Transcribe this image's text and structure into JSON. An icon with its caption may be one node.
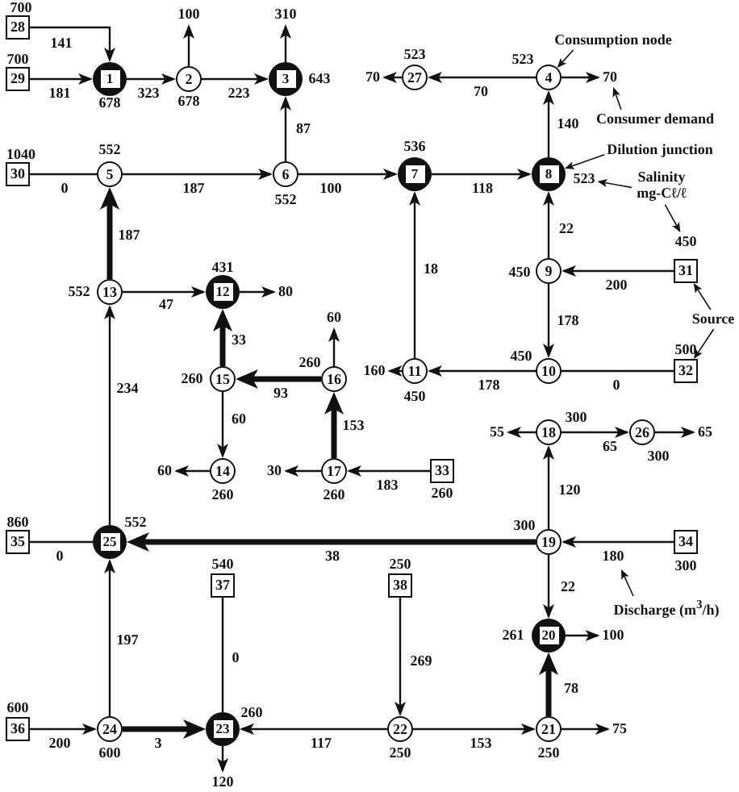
{
  "diagram": {
    "nodes": [
      {
        "text": [
          "28"
        ],
        "beside": [
          "700"
        ]
      },
      {
        "text": [
          "29"
        ],
        "beside": [
          "700"
        ]
      },
      {
        "text": [
          "1"
        ],
        "beside": [
          "678"
        ]
      },
      {
        "text": [
          "2"
        ],
        "beside": [
          "678"
        ]
      },
      {
        "text": [
          "100"
        ]
      },
      {
        "text": [
          "3"
        ],
        "beside": [
          "643"
        ]
      },
      {
        "text": [
          "310"
        ]
      },
      {
        "text": [
          "70"
        ]
      },
      {
        "text": [
          "27"
        ],
        "beside": [
          "523"
        ]
      },
      {
        "text": [
          "4"
        ],
        "beside": [
          "523"
        ]
      },
      {
        "text": [
          "70"
        ]
      },
      {
        "text": [
          "Consumption node"
        ]
      },
      {
        "text": [
          "Consumer demand"
        ]
      },
      {
        "text": [
          "30"
        ],
        "beside": [
          "1040"
        ]
      },
      {
        "text": [
          "5"
        ],
        "beside": [
          "552"
        ]
      },
      {
        "text": [
          "6"
        ],
        "beside": [
          "552"
        ]
      },
      {
        "text": [
          "7"
        ],
        "beside": [
          "536"
        ]
      },
      {
        "text": [
          "8"
        ],
        "beside": [
          "523"
        ]
      },
      {
        "text": [
          "Dilution junction"
        ]
      },
      {
        "text": [
          "Salinity mg-Cℓ/ℓ"
        ]
      },
      {
        "text": [
          "13"
        ],
        "beside": [
          "552"
        ]
      },
      {
        "text": [
          "12"
        ],
        "beside": [
          "431"
        ]
      },
      {
        "text": [
          "80"
        ]
      },
      {
        "text": [
          "9"
        ],
        "beside": [
          "450"
        ]
      },
      {
        "text": [
          "31"
        ],
        "beside": [
          "450"
        ]
      },
      {
        "text": [
          "Source"
        ]
      },
      {
        "text": [
          "60"
        ]
      },
      {
        "text": [
          "15"
        ],
        "beside": [
          "260"
        ]
      },
      {
        "text": [
          "16"
        ],
        "beside": [
          "260"
        ]
      },
      {
        "text": [
          "160"
        ]
      },
      {
        "text": [
          "11"
        ],
        "beside": [
          "450"
        ]
      },
      {
        "text": [
          "10"
        ],
        "beside": [
          "450"
        ]
      },
      {
        "text": [
          "32"
        ],
        "beside": [
          "500"
        ]
      },
      {
        "text": [
          "55"
        ]
      },
      {
        "text": [
          "18"
        ],
        "beside": [
          "300"
        ]
      },
      {
        "text": [
          "26"
        ],
        "beside": [
          "300"
        ]
      },
      {
        "text": [
          "65"
        ]
      },
      {
        "text": [
          "60"
        ]
      },
      {
        "text": [
          "14"
        ],
        "beside": [
          "260"
        ]
      },
      {
        "text": [
          "30"
        ]
      },
      {
        "text": [
          "17"
        ],
        "beside": [
          "260"
        ]
      },
      {
        "text": [
          "33"
        ],
        "beside": [
          "260"
        ]
      },
      {
        "text": [
          "35"
        ],
        "beside": [
          "860"
        ]
      },
      {
        "text": [
          "25"
        ],
        "beside": [
          "552"
        ]
      },
      {
        "text": [
          "19"
        ],
        "beside": [
          "300"
        ]
      },
      {
        "text": [
          "34"
        ],
        "beside": [
          "300"
        ]
      },
      {
        "text": [
          "Discharge (m$^{3}$/h)"
        ]
      },
      {
        "text": [
          "37"
        ],
        "beside": [
          "540"
        ]
      },
      {
        "text": [
          "38"
        ],
        "beside": [
          "250"
        ]
      },
      {
        "text": [
          "20"
        ],
        "beside": [
          "261"
        ]
      },
      {
        "text": [
          "100"
        ]
      },
      {
        "text": [
          "36"
        ],
        "beside": [
          "600"
        ]
      },
      {
        "text": [
          "24"
        ],
        "beside": [
          "600"
        ]
      },
      {
        "text": [
          "23"
        ],
        "beside": [
          "260"
        ]
      },
      {
        "text": [
          "22"
        ],
        "beside": [
          "250"
        ]
      },
      {
        "text": [
          "21"
        ],
        "beside": [
          "250"
        ]
      },
      {
        "text": [
          "75"
        ]
      },
      {
        "text": [
          "120"
        ]
      }
    ],
    "edges": [
      {
        "from": 0,
        "to": 2,
        "arrow": "to",
        "label": "141"
      },
      {
        "from": 1,
        "to": 2,
        "arrow": "to",
        "label": "181"
      },
      {
        "from": 2,
        "to": 3,
        "arrow": "to",
        "label": "323"
      },
      {
        "from": 3,
        "to": 4,
        "arrow": "to"
      },
      {
        "from": 3,
        "to": 5,
        "arrow": "to",
        "label": "223"
      },
      {
        "from": 5,
        "to": 6,
        "arrow": "to"
      },
      {
        "from": 15,
        "to": 5,
        "arrow": "to",
        "label": "87"
      },
      {
        "from": 8,
        "to": 7,
        "arrow": "to"
      },
      {
        "from": 9,
        "to": 8,
        "arrow": "to",
        "label": "70"
      },
      {
        "from": 9,
        "to": 10,
        "arrow": "to"
      },
      {
        "from": 11,
        "to": 9,
        "arrow": "to"
      },
      {
        "from": 12,
        "to": 10,
        "arrow": "to"
      },
      {
        "from": 13,
        "to": 14,
        "arrow": "none",
        "label": "0"
      },
      {
        "from": 14,
        "to": 15,
        "arrow": "to",
        "label": "187"
      },
      {
        "from": 15,
        "to": 16,
        "arrow": "to",
        "label": "100"
      },
      {
        "from": 16,
        "to": 17,
        "arrow": "to",
        "label": "118"
      },
      {
        "from": 17,
        "to": 9,
        "arrow": "to",
        "label": "140"
      },
      {
        "from": 18,
        "to": 17,
        "arrow": "to"
      },
      {
        "from": 19,
        "to": 17,
        "arrow": "to"
      },
      {
        "from": 19,
        "to": 24,
        "arrow": "to"
      },
      {
        "from": 20,
        "to": 14,
        "arrow": "to",
        "label": "187",
        "style": "thick"
      },
      {
        "from": 20,
        "to": 21,
        "arrow": "to",
        "label": "47"
      },
      {
        "from": 21,
        "to": 22,
        "arrow": "to"
      },
      {
        "from": 23,
        "to": 17,
        "arrow": "to",
        "label": "22"
      },
      {
        "from": 24,
        "to": 23,
        "arrow": "to",
        "label": "200"
      },
      {
        "from": 25,
        "to": 24,
        "arrow": "to"
      },
      {
        "from": 25,
        "to": 32,
        "arrow": "to"
      },
      {
        "from": 23,
        "to": 31,
        "arrow": "to",
        "label": "178"
      },
      {
        "from": 32,
        "to": 31,
        "arrow": "none",
        "label": "0"
      },
      {
        "from": 31,
        "to": 30,
        "arrow": "to",
        "label": "178"
      },
      {
        "from": 30,
        "to": 29,
        "arrow": "to"
      },
      {
        "from": 30,
        "to": 16,
        "arrow": "to",
        "label": "18"
      },
      {
        "from": 28,
        "to": 26,
        "arrow": "to"
      },
      {
        "from": 28,
        "to": 27,
        "arrow": "to",
        "label": "93",
        "style": "thick"
      },
      {
        "from": 27,
        "to": 21,
        "arrow": "to",
        "label": "33",
        "style": "thick"
      },
      {
        "from": 27,
        "to": 38,
        "arrow": "to",
        "label": "60"
      },
      {
        "from": 38,
        "to": 37,
        "arrow": "to"
      },
      {
        "from": 40,
        "to": 28,
        "arrow": "to",
        "label": "153",
        "style": "thick"
      },
      {
        "from": 40,
        "to": 39,
        "arrow": "to"
      },
      {
        "from": 41,
        "to": 40,
        "arrow": "to",
        "label": "183"
      },
      {
        "from": 34,
        "to": 33,
        "arrow": "to"
      },
      {
        "from": 34,
        "to": 35,
        "arrow": "to",
        "label": "65"
      },
      {
        "from": 35,
        "to": 36,
        "arrow": "to"
      },
      {
        "from": 44,
        "to": 34,
        "arrow": "to",
        "label": "120"
      },
      {
        "from": 43,
        "to": 20,
        "arrow": "to",
        "label": "234"
      },
      {
        "from": 42,
        "to": 43,
        "arrow": "none",
        "label": "0"
      },
      {
        "from": 44,
        "to": 43,
        "arrow": "to",
        "label": "38",
        "style": "thick"
      },
      {
        "from": 45,
        "to": 44,
        "arrow": "to",
        "label": "180"
      },
      {
        "from": 46,
        "to": null,
        "arrow": "to"
      },
      {
        "from": 44,
        "to": 49,
        "arrow": "to",
        "label": "22"
      },
      {
        "from": 49,
        "to": 50,
        "arrow": "to"
      },
      {
        "from": 47,
        "to": 53,
        "arrow": "none",
        "label": "0"
      },
      {
        "from": 48,
        "to": 54,
        "arrow": "to",
        "label": "269"
      },
      {
        "from": 51,
        "to": 52,
        "arrow": "to",
        "label": "200"
      },
      {
        "from": 52,
        "to": 43,
        "arrow": "to",
        "label": "197"
      },
      {
        "from": 52,
        "to": 53,
        "arrow": "to",
        "label": "3",
        "style": "thick"
      },
      {
        "from": 54,
        "to": 53,
        "arrow": "to",
        "label": "117"
      },
      {
        "from": 54,
        "to": 55,
        "arrow": "to",
        "label": "153"
      },
      {
        "from": 55,
        "to": 49,
        "arrow": "to",
        "label": "78",
        "style": "thick"
      },
      {
        "from": 55,
        "to": 56,
        "arrow": "to"
      },
      {
        "from": 53,
        "to": 57,
        "arrow": "to"
      }
    ]
  }
}
